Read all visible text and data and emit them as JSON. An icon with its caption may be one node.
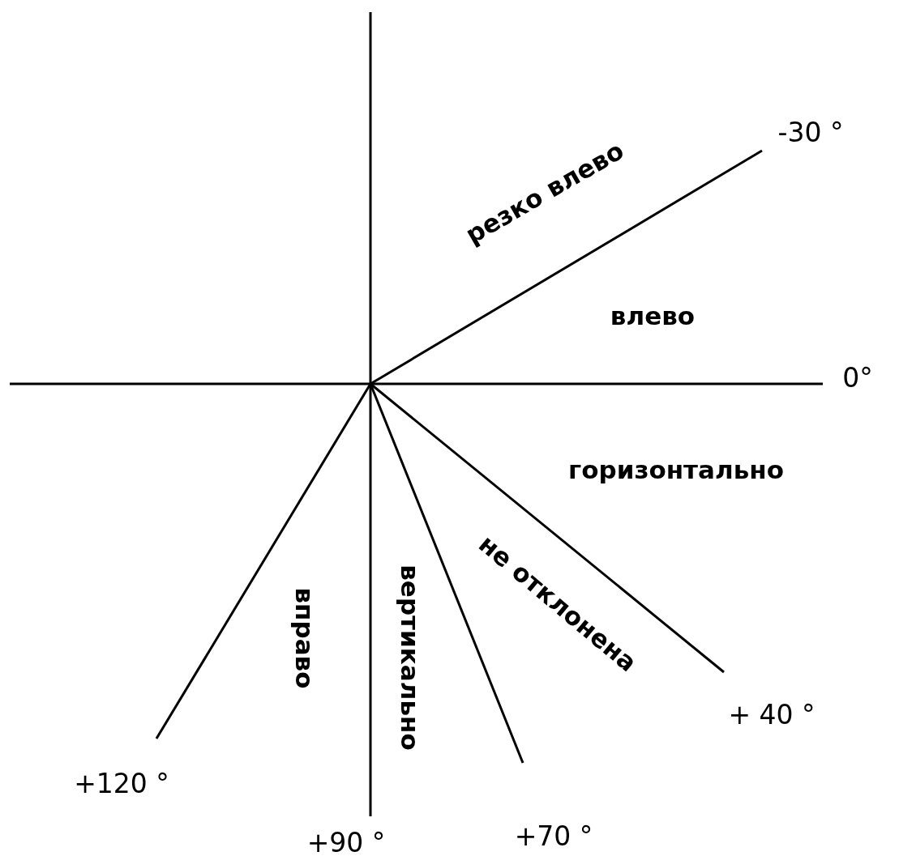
{
  "diagram": {
    "labels": [
      "-30 °",
      "резко влево",
      "влево",
      "0°",
      "горизонтально",
      "не отклонена",
      "вертикально",
      "вправо",
      "+ 40 °",
      "+120 °",
      "+70 °",
      "+90 °"
    ]
  }
}
